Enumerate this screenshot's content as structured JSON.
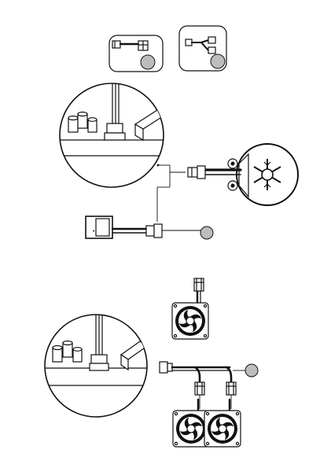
{
  "page": {
    "background": "#ffffff",
    "ink": "#111111",
    "callout_fill": "#bdbdbd"
  },
  "top_options": [
    {
      "name": "option-single-connector",
      "callout": ""
    },
    {
      "name": "option-y-splitter-connector",
      "callout": ""
    }
  ],
  "pump_diagram": {
    "components": [
      "motherboard-header",
      "pump-head",
      "sata-power-adapter"
    ],
    "callout": ""
  },
  "fan_diagram": {
    "components": [
      "motherboard-header",
      "single-fan",
      "y-splitter",
      "dual-fans"
    ],
    "callout": ""
  }
}
